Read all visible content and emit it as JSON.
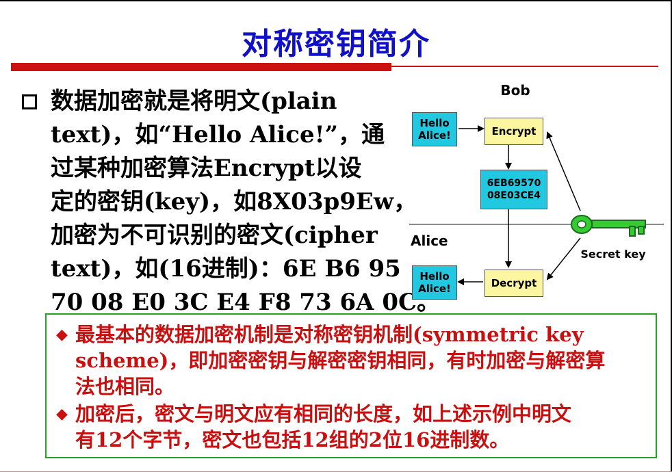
{
  "title": "对称密钥简介",
  "main_paragraph": [
    "数据加密就是将明文(plain",
    "text)，如“Hello Alice!”，通",
    "过某种加密算法Encrypt以设",
    "定的密钥(key)，如8X03p9Ew，",
    "加密为不可识别的密文(cipher",
    "text)，如(16进制)：6E B6 95",
    "70 08 E0 3C E4 F8 73 6A 0C。"
  ],
  "diagram": {
    "bob_label": "Bob",
    "alice_label": "Alice",
    "plaintext_top": [
      "Hello",
      "Alice!"
    ],
    "plaintext_bottom": [
      "Hello",
      "Alice!"
    ],
    "encrypt_label": "Encrypt",
    "decrypt_label": "Decrypt",
    "ciphertext": [
      "6EB69570",
      "08E03CE4"
    ],
    "secret_key_label": "Secret key",
    "colors": {
      "plaintext_box": "#22c8e0",
      "operation_box": "#fdf6a0",
      "key": "#33cc33"
    }
  },
  "notes": [
    {
      "lines": [
        "最基本的数据加密机制是对称密钥机制(symmetric key",
        "scheme)，即加密密钥与解密密钥相同，有时加密与解密算",
        "法也相同。"
      ]
    },
    {
      "lines": [
        "加密后，密文与明文应有相同的长度，如上述示例中明文",
        "有12个字节，密文也包括12组的2位16进制数。"
      ]
    }
  ],
  "note_bullet": "◆",
  "colors": {
    "title": "#1010c8",
    "accent_red": "#cc1111",
    "note_text": "#c81010",
    "note_border": "#22a322"
  }
}
